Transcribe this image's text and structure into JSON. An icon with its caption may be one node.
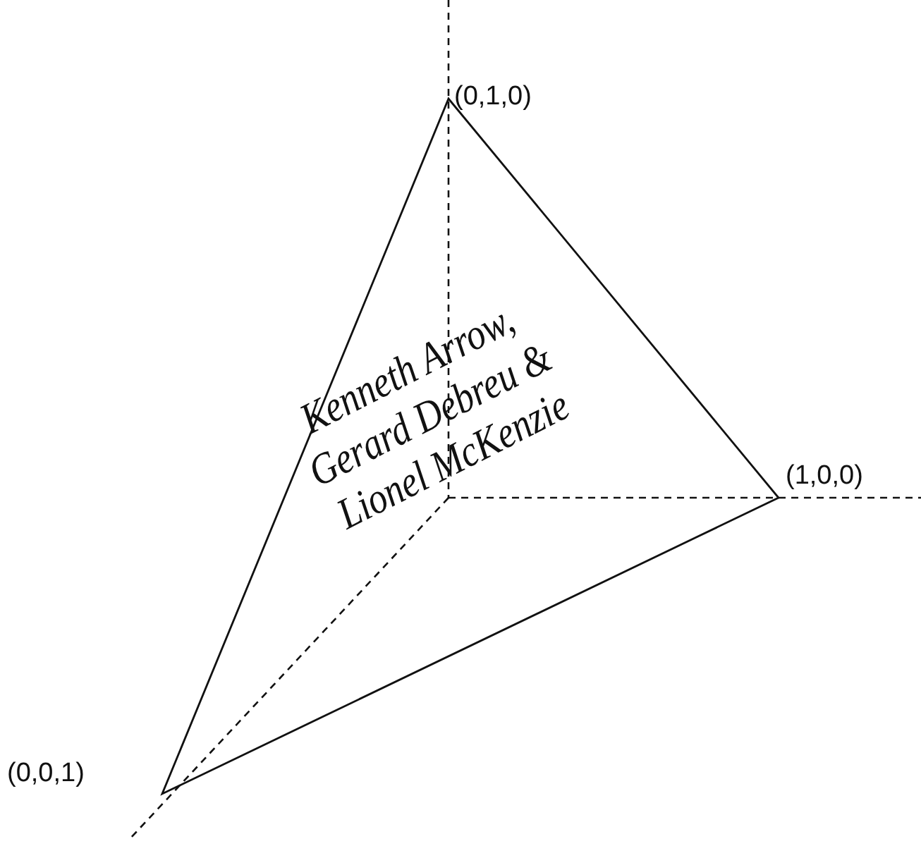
{
  "diagram": {
    "labels": [
      "(0,1,0)",
      "(1,0,0)",
      "(0,0,1)",
      "Kenneth Arrow, Gerard Debreu & Lionel McKenzie"
    ]
  }
}
